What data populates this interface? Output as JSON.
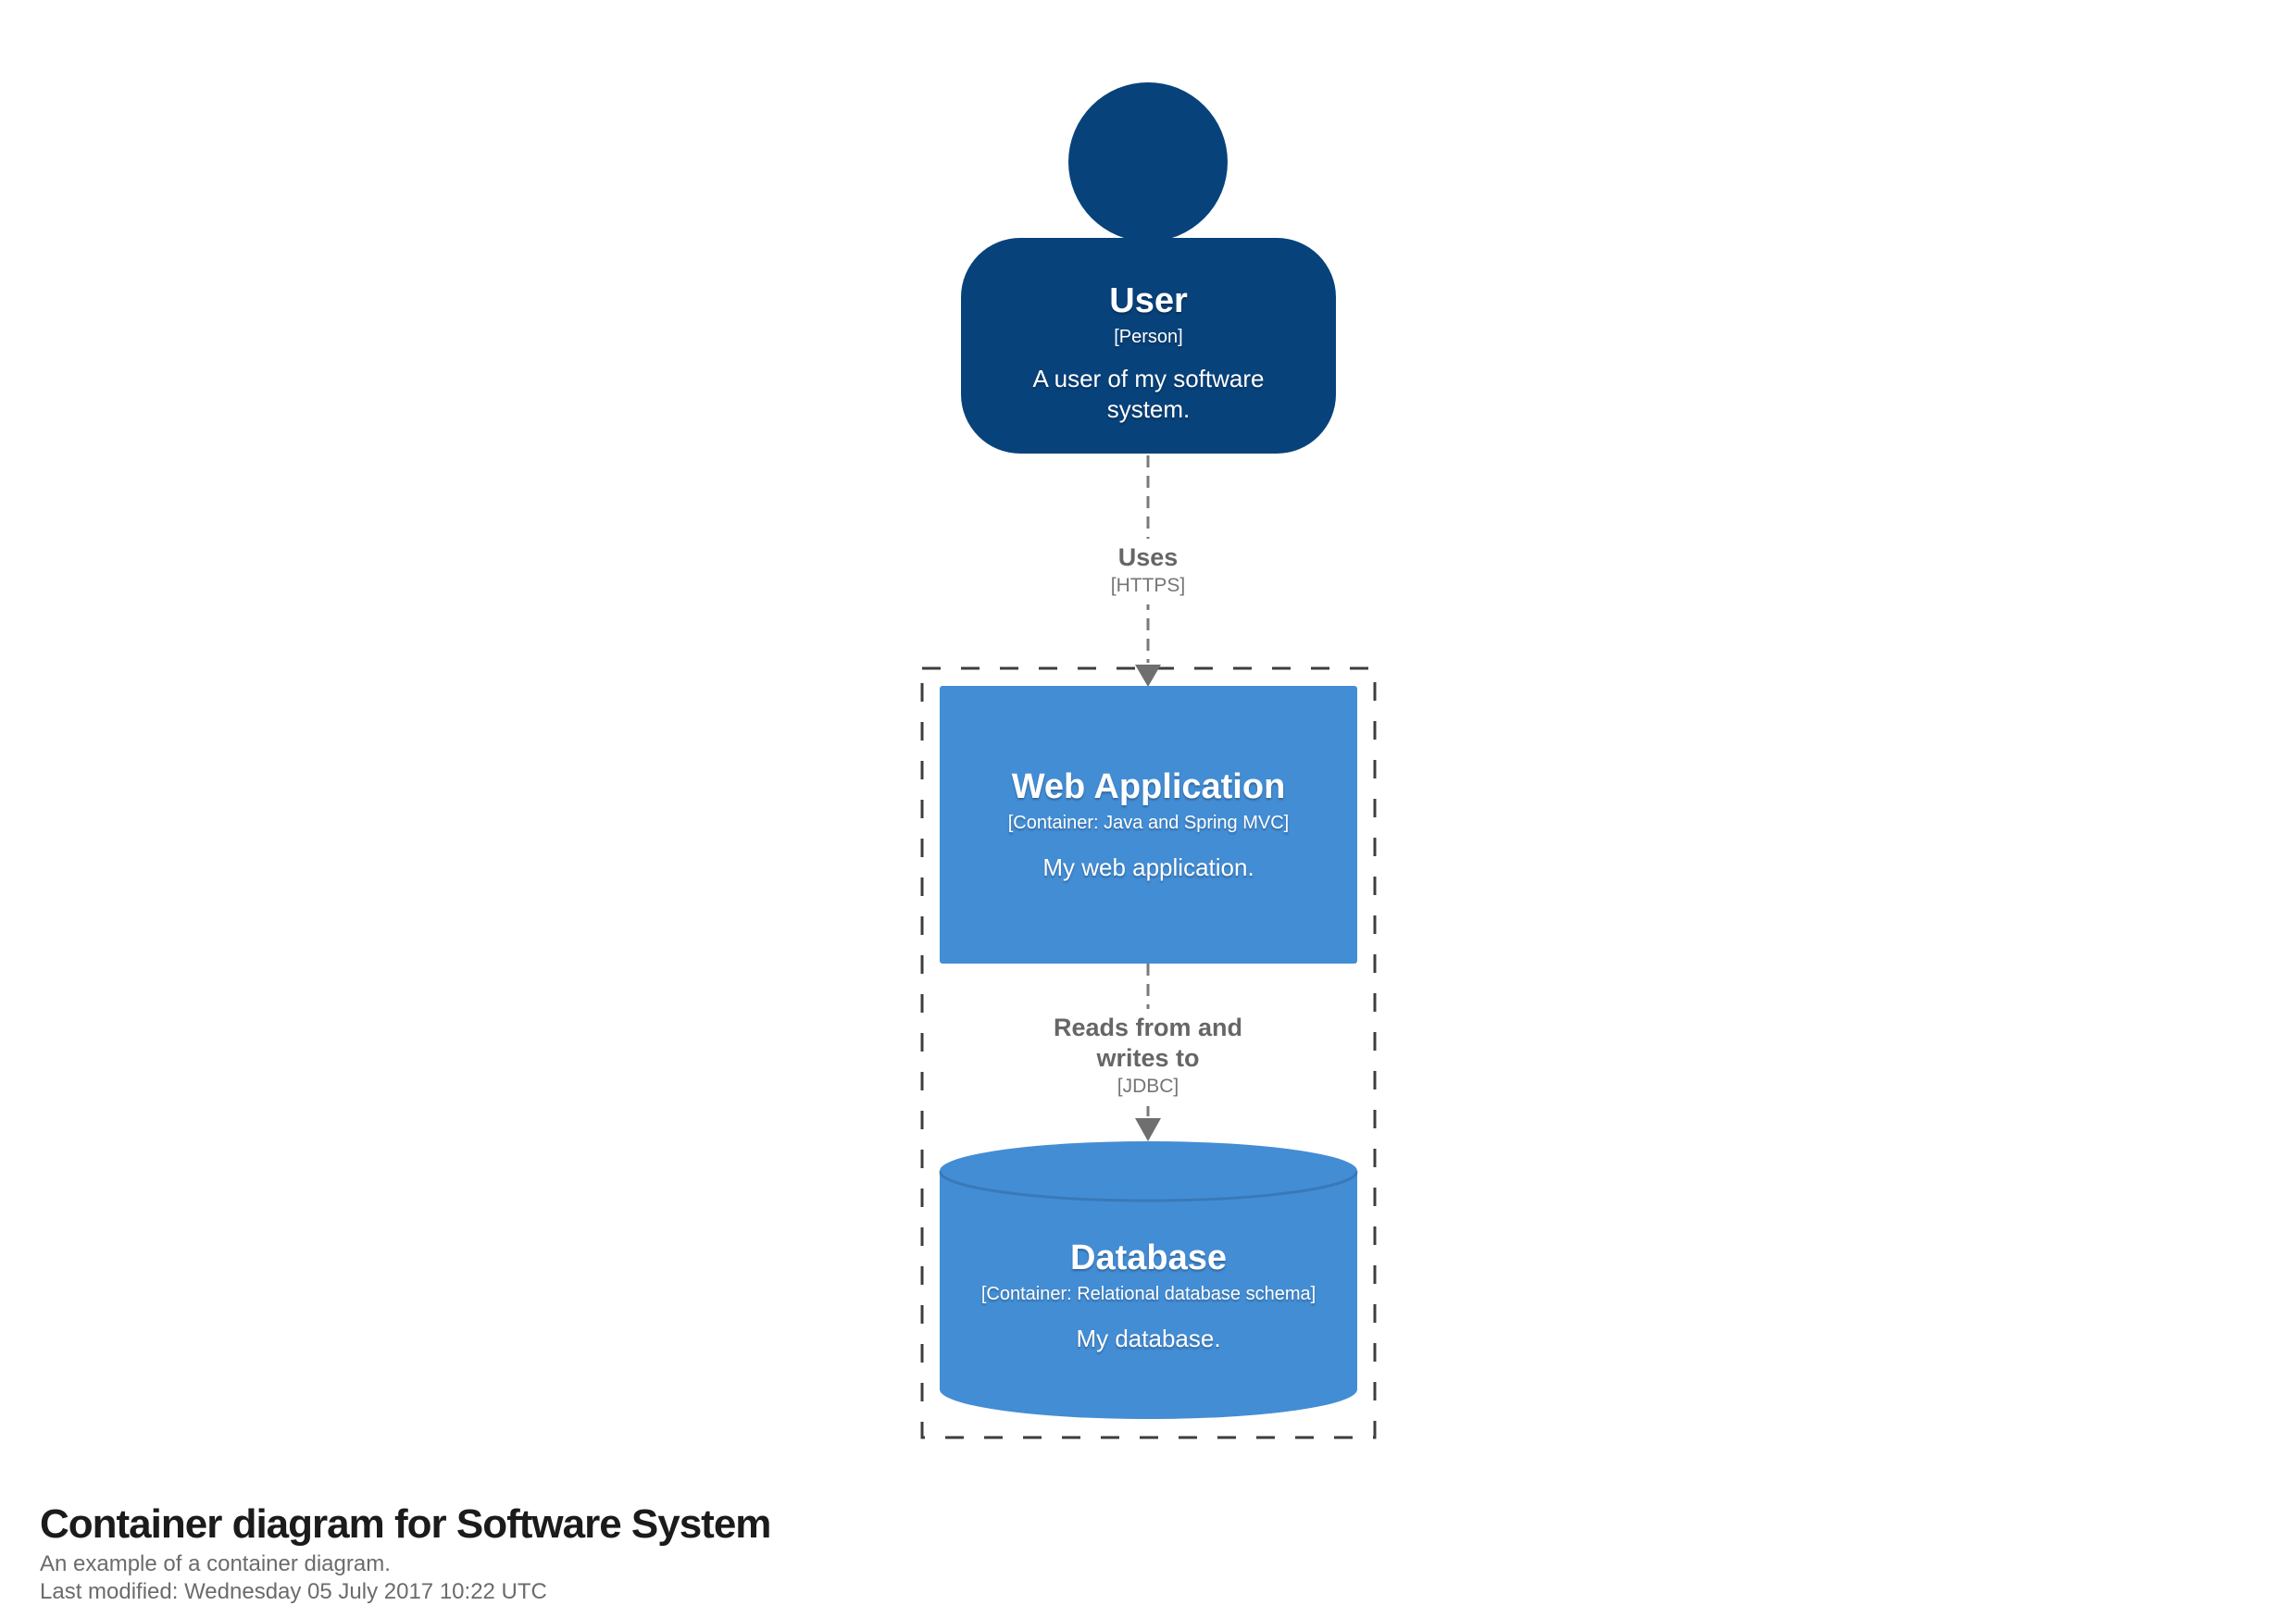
{
  "person": {
    "name": "User",
    "meta": "[Person]",
    "description": "A user of my software system."
  },
  "containers": {
    "webapp": {
      "name": "Web Application",
      "meta": "[Container: Java and Spring MVC]",
      "description": "My web application."
    },
    "database": {
      "name": "Database",
      "meta": "[Container: Relational database schema]",
      "description": "My database."
    }
  },
  "relationships": {
    "uses": {
      "label": "Uses",
      "technology": "[HTTPS]"
    },
    "reads_writes": {
      "label": "Reads from and writes to",
      "technology": "[JDBC]"
    }
  },
  "footer": {
    "title": "Container diagram for Software System",
    "description": "An example of a container diagram.",
    "last_modified": "Last modified: Wednesday 05 July 2017 10:22 UTC"
  },
  "colors": {
    "person_fill": "#08427b",
    "container_fill": "#438dd5",
    "relationship_line": "#7a7a7a",
    "arrowhead": "#6f6f6f",
    "boundary": "#3d3d3d",
    "shape_text": "#ffffff",
    "label_text": "#666666",
    "footer_title": "#1b1b1b",
    "footer_text": "#6b6b6b",
    "background": "#ffffff"
  }
}
